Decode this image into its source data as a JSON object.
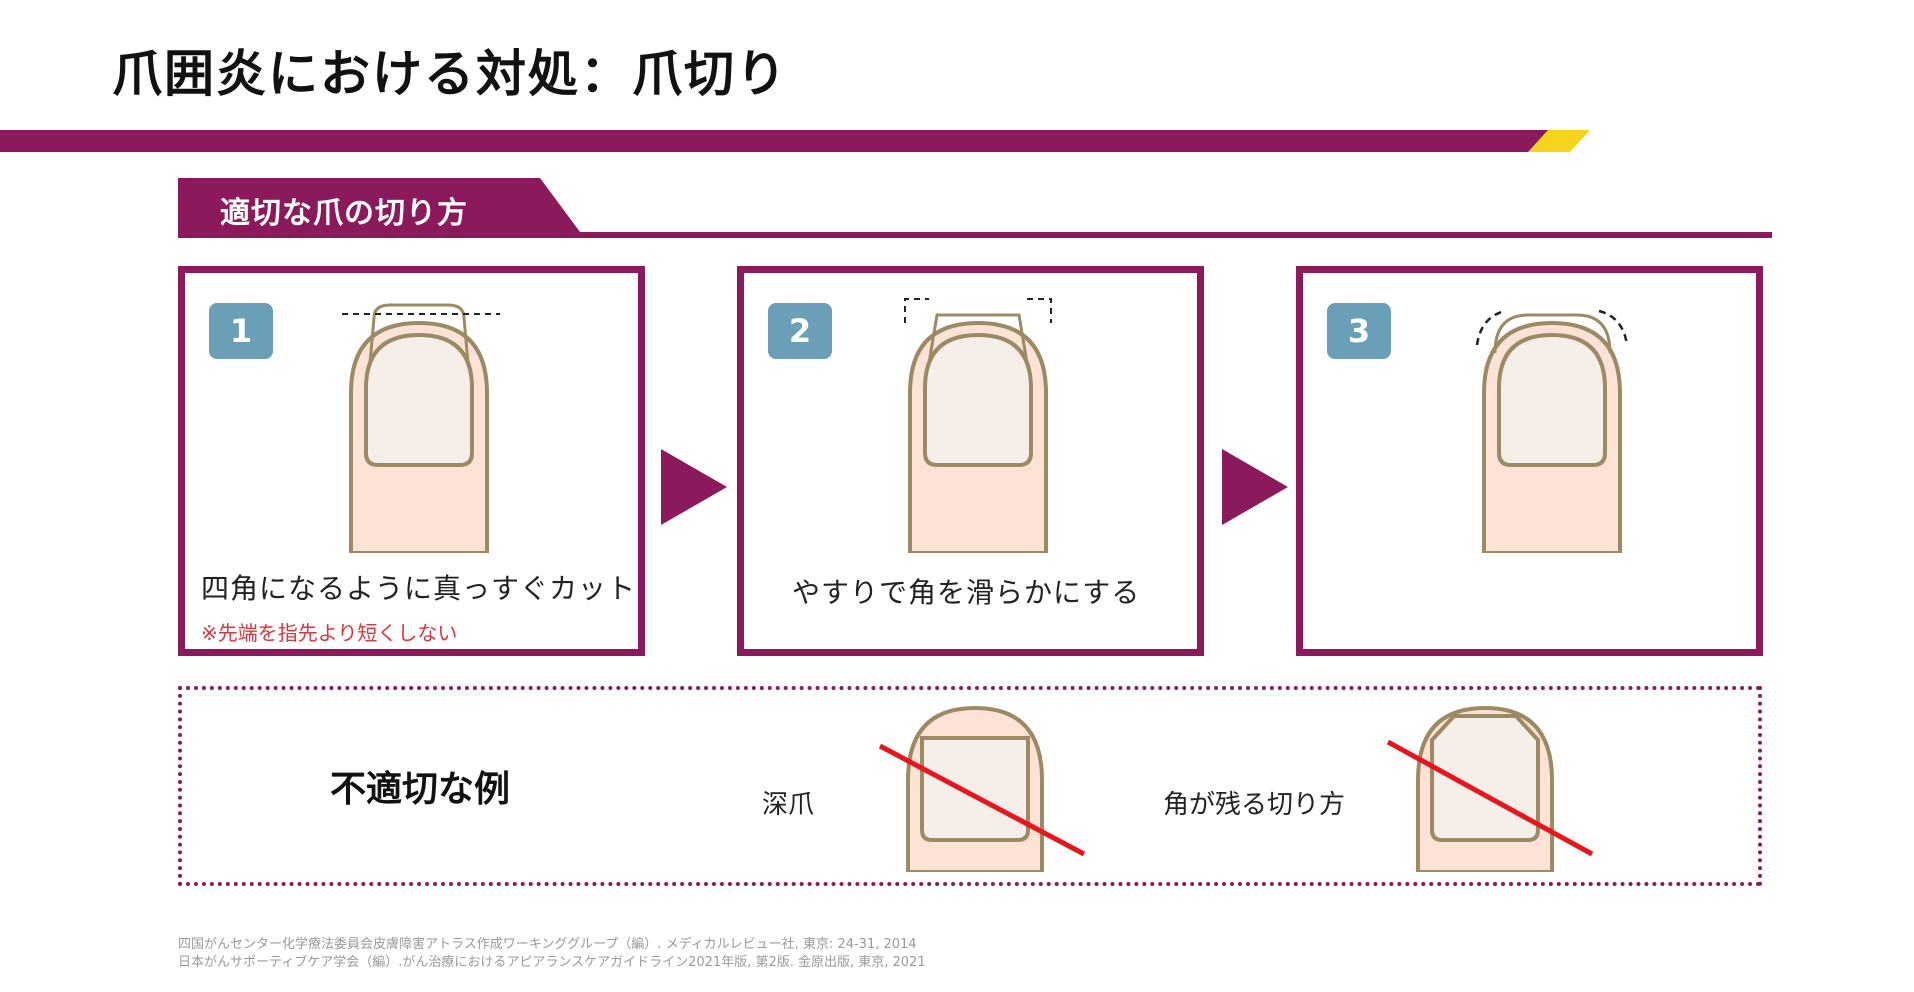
{
  "page": {
    "title": "爪囲炎における対処：爪切り"
  },
  "colors": {
    "accent": "#8b1a5c",
    "badge": "#6b9fb8",
    "nail_outline": "#9c8a64",
    "nail_fill": "#f6efe9",
    "skin": "#fde3d6",
    "stripe": "#f6d41c",
    "cross_line": "#e8151d",
    "note": "#d7373f"
  },
  "section": {
    "heading": "適切な爪の切り方"
  },
  "steps": [
    {
      "number": "1",
      "caption": "四角になるように真っすぐカット",
      "note": "※先端を指先より短くしない",
      "icon": "straight-cut-nail-icon"
    },
    {
      "number": "2",
      "caption": "やすりで角を滑らかにする",
      "icon": "file-corners-nail-icon"
    },
    {
      "number": "3",
      "icon": "rounded-corners-nail-icon"
    }
  ],
  "bad_examples": {
    "title": "不適切な例",
    "items": [
      {
        "label": "深爪",
        "icon": "too-short-nail-icon"
      },
      {
        "label": "角が残る切り方",
        "icon": "corners-left-nail-icon"
      }
    ]
  },
  "references": [
    "四国がんセンター化学療法委員会皮膚障害アトラス作成ワーキンググループ（編）. メディカルレビュー社, 東京: 24-31, 2014",
    "日本がんサポーティブケア学会（編）.がん治療におけるアピアランスケアガイドライン2021年版, 第2版. 金原出版, 東京, 2021"
  ]
}
